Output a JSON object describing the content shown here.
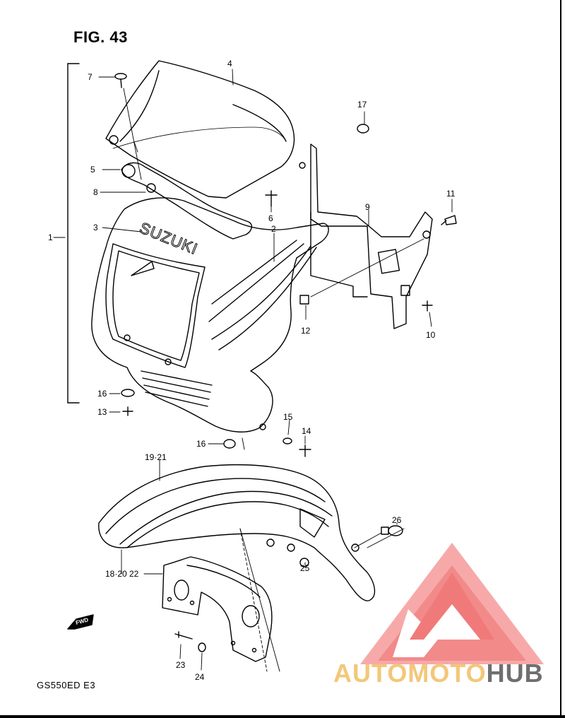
{
  "figure": {
    "title": "FIG. 43",
    "model_code": "GS550ED  E3"
  },
  "parts": [
    {
      "label": "1"
    },
    {
      "label": "2"
    },
    {
      "label": "3"
    },
    {
      "label": "4"
    },
    {
      "label": "5"
    },
    {
      "label": "6"
    },
    {
      "label": "7"
    },
    {
      "label": "8"
    },
    {
      "label": "9"
    },
    {
      "label": "10"
    },
    {
      "label": "11"
    },
    {
      "label": "12"
    },
    {
      "label": "13"
    },
    {
      "label": "14"
    },
    {
      "label": "15"
    },
    {
      "label": "16"
    },
    {
      "label": "16"
    },
    {
      "label": "17"
    },
    {
      "label": "18·20"
    },
    {
      "label": "19·21"
    },
    {
      "label": "22"
    },
    {
      "label": "23"
    },
    {
      "label": "24"
    },
    {
      "label": "25"
    },
    {
      "label": "26"
    }
  ],
  "fwd_label": "FWD",
  "brand_lettering": "SUZUKI",
  "watermark": {
    "part1": "AUTOMOTO",
    "part2": "HUB"
  },
  "colors": {
    "watermark_red": "#e94f4f",
    "watermark_gold": "#f3c77a",
    "watermark_gray": "#6f6f6f",
    "line": "#000000"
  }
}
